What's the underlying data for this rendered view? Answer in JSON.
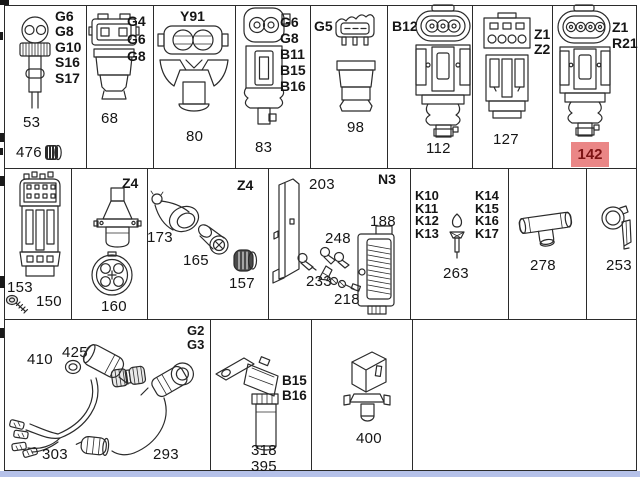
{
  "colors": {
    "line": "#2b2b2b",
    "highlight_bg": "#ea8686",
    "highlight_fg": "#7d1414",
    "bottom_strip": "#b5c1e9"
  },
  "cells": {
    "r1c1": {
      "codes": [
        "G6",
        "G8",
        "G10",
        "S16",
        "S17"
      ],
      "part_a": "53",
      "part_b": "476"
    },
    "r1c2": {
      "codes": [
        "G4",
        "G6",
        "G8"
      ],
      "part": "68"
    },
    "r1c3": {
      "tag": "Y91",
      "part": "80"
    },
    "r1c4": {
      "codes": [
        "G6",
        "G8",
        "B11",
        "B15",
        "B16"
      ],
      "part": "83"
    },
    "r1c5": {
      "tag": "G5",
      "part": "98"
    },
    "r1c6": {
      "tag": "B12",
      "part": "112"
    },
    "r1c7": {
      "codes": [
        "Z1",
        "Z2"
      ],
      "part": "127"
    },
    "r1c8": {
      "codes": [
        "Z1",
        "R21"
      ],
      "part": "142"
    },
    "r2c1": {
      "part_a": "153",
      "part_b": "150"
    },
    "r2c2": {
      "tag": "Z4",
      "part": "160"
    },
    "r2c3": {
      "tag": "Z4",
      "part_a": "173",
      "part_b": "165",
      "part_c": "157"
    },
    "r2c4": {
      "tag": "N3",
      "part_a": "203",
      "part_b": "248",
      "part_c": "233",
      "part_d": "218",
      "part_e": "188"
    },
    "r2c5": {
      "codes_left": [
        "K10",
        "K11",
        "K12",
        "K13"
      ],
      "codes_right": [
        "K14",
        "K15",
        "K16",
        "K17"
      ],
      "part": "263"
    },
    "r2c6": {
      "part": "278"
    },
    "r2c7": {
      "part": "253"
    },
    "r3c1": {
      "codes": [
        "G2",
        "G3"
      ],
      "part_a": "410",
      "part_b": "425",
      "part_c": "303",
      "part_d": "293"
    },
    "r3c2": {
      "codes": [
        "B15",
        "B16"
      ],
      "part_a": "318",
      "part_b": "395"
    },
    "r3c3": {
      "part": "400"
    }
  }
}
